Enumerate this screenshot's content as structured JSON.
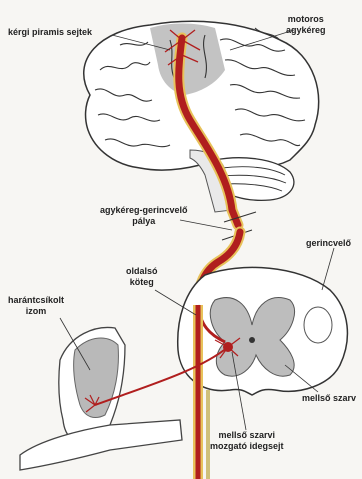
{
  "labels": {
    "pyramidal_cells": "kérgi piramis sejtek",
    "motor_cortex_line1": "motoros",
    "motor_cortex_line2": "agykéreg",
    "corticospinal_tract_line1": "agykéreg-gerincvelő",
    "corticospinal_tract_line2": "pálya",
    "spinal_cord": "gerincvelő",
    "lateral_column_line1": "oldalsó",
    "lateral_column_line2": "köteg",
    "skeletal_muscle_line1": "harántcsíkolt",
    "skeletal_muscle_line2": "izom",
    "anterior_horn": "mellső szarv",
    "motor_neuron_line1": "mellső szarvi",
    "motor_neuron_line2": "mozgató idegsejt"
  },
  "colors": {
    "pathway": "#b01e1e",
    "pathway_outline": "#e8c25a",
    "cortex_highlight": "#b9b9b9",
    "brain_line": "#333333"
  }
}
